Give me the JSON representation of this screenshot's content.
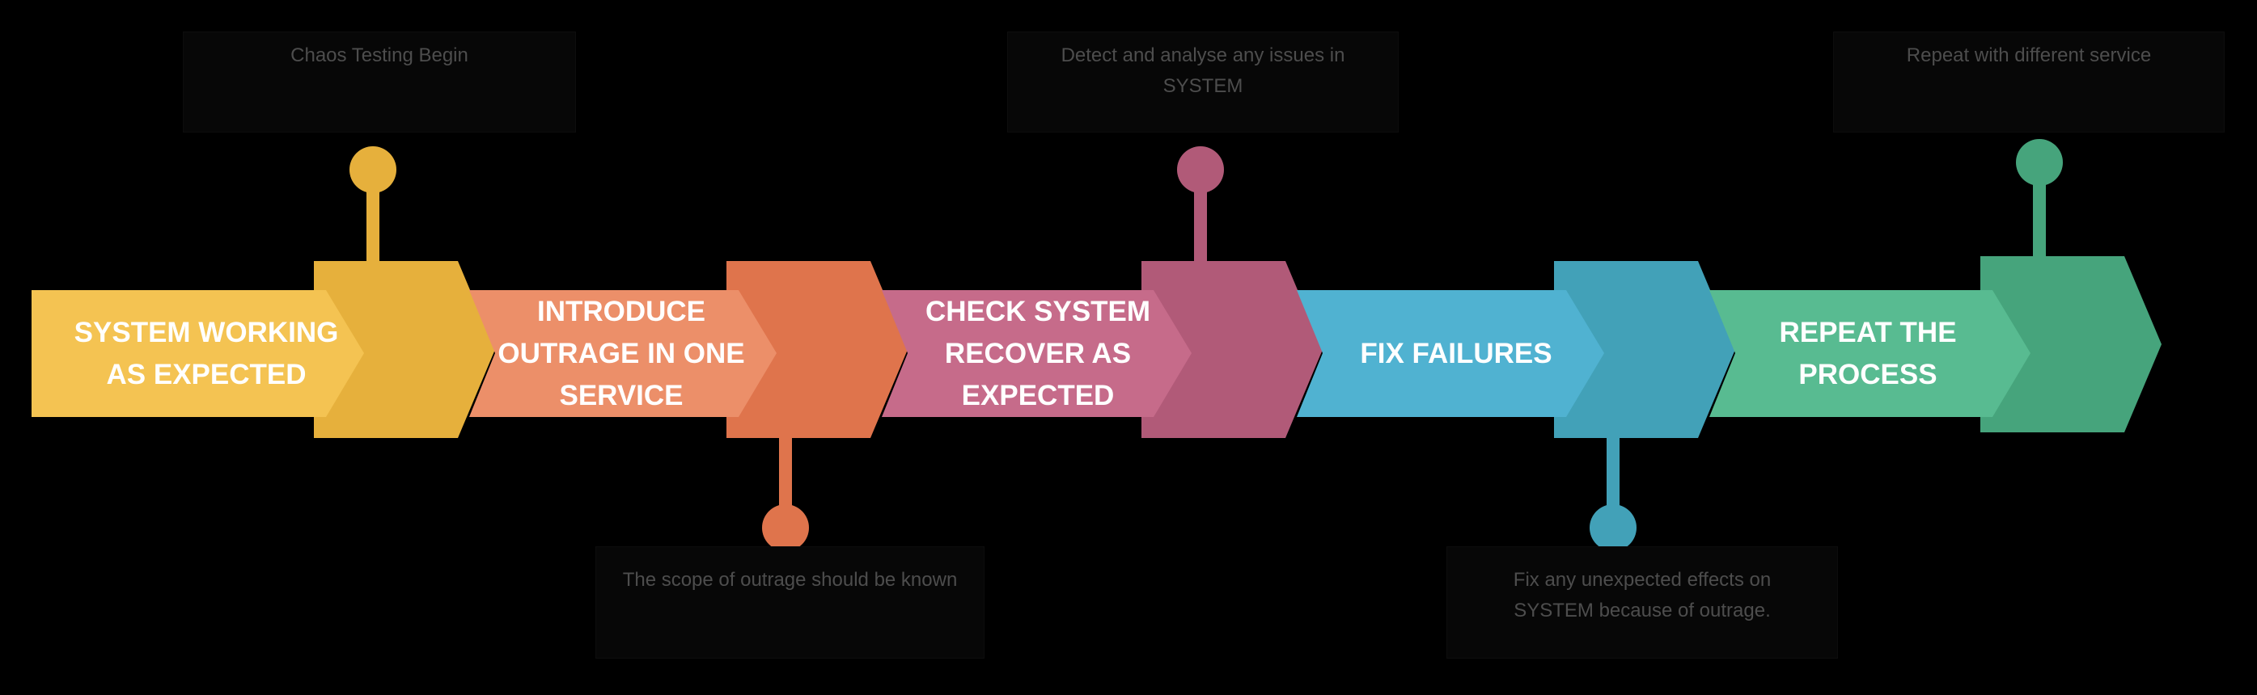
{
  "steps": [
    {
      "lines": [
        "SYSTEM WORKING",
        "AS EXPECTED"
      ],
      "color": "#f4c352",
      "dark": "#e6b03c"
    },
    {
      "lines": [
        "INTRODUCE",
        "OUTRAGE IN ONE",
        "SERVICE"
      ],
      "color": "#ec8f69",
      "dark": "#df744c"
    },
    {
      "lines": [
        "CHECK SYSTEM",
        "RECOVER AS",
        "EXPECTED"
      ],
      "color": "#c66b8a",
      "dark": "#b15a78"
    },
    {
      "lines": [
        "FIX FAILURES"
      ],
      "color": "#50b2d1",
      "dark": "#42a1b8"
    },
    {
      "lines": [
        "REPEAT THE",
        "PROCESS"
      ],
      "color": "#58bb91",
      "dark": "#46a47c"
    }
  ],
  "notes": [
    {
      "text": "Chaos Testing Begin"
    },
    {
      "text": "The scope of outrage should be known"
    },
    {
      "text": "Detect and analyse any issues in SYSTEM"
    },
    {
      "text": "Fix any unexpected effects on SYSTEM because of outrage."
    },
    {
      "text": "Repeat with different service"
    }
  ]
}
